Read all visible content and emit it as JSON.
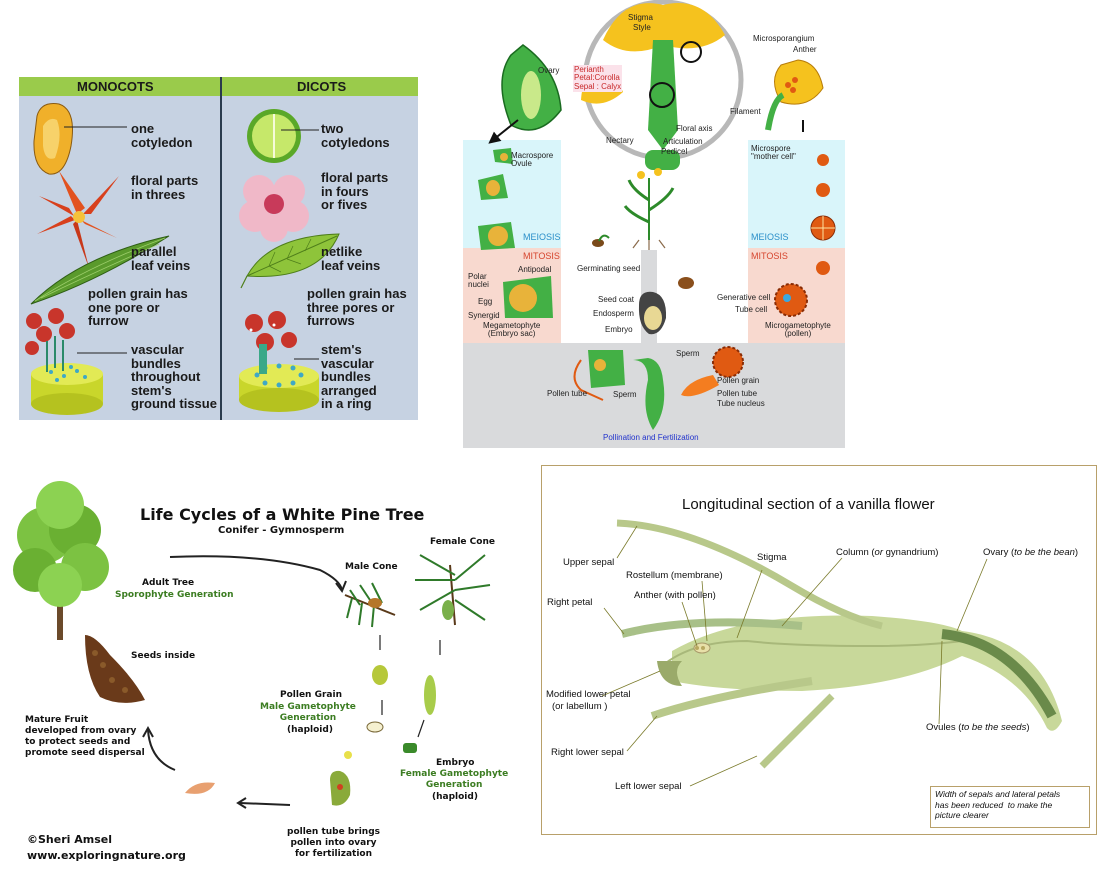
{
  "monocot_dicot": {
    "headers": {
      "monocots": "MONOCOTS",
      "dicots": "DICOTS"
    },
    "monocots": [
      "one\ncotyledon",
      "floral parts\nin threes",
      "parallel\nleaf veins",
      "pollen grain has\none pore or\nfurrow",
      "vascular\nbundles\nthroughout\nstem's\nground tissue"
    ],
    "dicots": [
      "two\ncotyledons",
      "floral parts\nin fours\nor fives",
      "netlike\nleaf veins",
      "pollen grain has\nthree pores or\nfurrows",
      "stem's\nvascular\nbundles\narranged\nin a ring"
    ]
  },
  "angiosperm": {
    "flower_labels": {
      "stigma": "Stigma",
      "style": "Style",
      "perianth": "Perianth\nPetal:Corolla\nSepal : Calyx",
      "ovary": "Ovary",
      "microsporangium": "Microsporangium",
      "anther": "Anther",
      "filament": "Filament",
      "floral_axis": "Floral axis",
      "articulation": "Articulation",
      "nectary": "Nectary",
      "pedicel": "Pedicel"
    },
    "female_labels": {
      "macrospore": "Macrospore\nOvule",
      "meiosis": "MEIOSIS",
      "mitosis": "MITOSIS",
      "polar_nuclei": "Polar\nnuclei",
      "antipodal": "Antipodal",
      "egg": "Egg",
      "synergid": "Synergid",
      "megagametophyte": "Megametophyte\n(Embryo sac)"
    },
    "male_labels": {
      "microspore": "Microspore\n\"mother cell\"",
      "meiosis": "MEIOSIS",
      "mitosis": "MITOSIS",
      "generative_cell": "Generative cell",
      "tube_cell": "Tube cell",
      "microgametophyte": "Microgametophyte\n(pollen)"
    },
    "seed_labels": {
      "germinating_seed": "Germinating seed",
      "seed_coat": "Seed coat",
      "endosperm": "Endosperm",
      "embryo": "Embryo"
    },
    "fertilization_labels": {
      "pollen_tube_left": "Pollen tube",
      "sperm_left": "Sperm",
      "sperm_right": "Sperm",
      "pollen_grain": "Pollen grain",
      "pollen_tube_right": "Pollen tube",
      "tube_nucleus": "Tube nucleus",
      "caption": "Pollination and Fertilization"
    },
    "colors": {
      "cyan": "#d9f5fa",
      "salmon": "#f8d9cf",
      "grey": "#d9dadc",
      "meiosis": "#2a8fc9",
      "mitosis": "#d6452e",
      "caption": "#2233cc"
    }
  },
  "pine": {
    "title": "Life Cycles of a White Pine Tree",
    "subtitle": "Conifer - Gymnosperm",
    "adult_tree": "Adult Tree",
    "sporophyte": "Sporophyte Generation",
    "male_cone": "Male Cone",
    "female_cone": "Female Cone",
    "seeds_inside": "Seeds inside",
    "pollen_grain": "Pollen Grain",
    "male_gameto": "Male Gametophyte\nGeneration",
    "haploid_male": "(haploid)",
    "embryo": "Embryo",
    "female_gameto": "Female Gametophyte\nGeneration",
    "haploid_female": "(haploid)",
    "mature_fruit": "Mature Fruit\ndeveloped from ovary\nto protect seeds and\npromote seed dispersal",
    "pollen_tube": "pollen tube brings\npollen into ovary\nfor fertilization",
    "copyright": "©Sheri Amsel",
    "website": "www.exploringnature.org"
  },
  "vanilla": {
    "title": "Longitudinal section of a vanilla flower",
    "labels": {
      "upper_sepal": "Upper sepal",
      "rostellum": "Rostellum (membrane)",
      "stigma": "Stigma",
      "column_a": "Column (",
      "column_b": "or",
      "column_c": " gynandrium)",
      "ovary_a": "Ovary (",
      "ovary_b": "to be the bean",
      "ovary_c": ")",
      "right_petal": "Right petal",
      "anther": "Anther (with pollen)",
      "modified_lower_a": "Modified lower petal",
      "modified_lower_b": "(or  labellum )",
      "right_lower_sepal": "Right lower sepal",
      "ovules_a": "Ovules (",
      "ovules_b": "to be the seeds",
      "ovules_c": ")",
      "left_lower_sepal": "Left lower sepal"
    },
    "note": "Width of sepals and lateral petals\nhas been reduced  to make the\npicture clearer"
  }
}
